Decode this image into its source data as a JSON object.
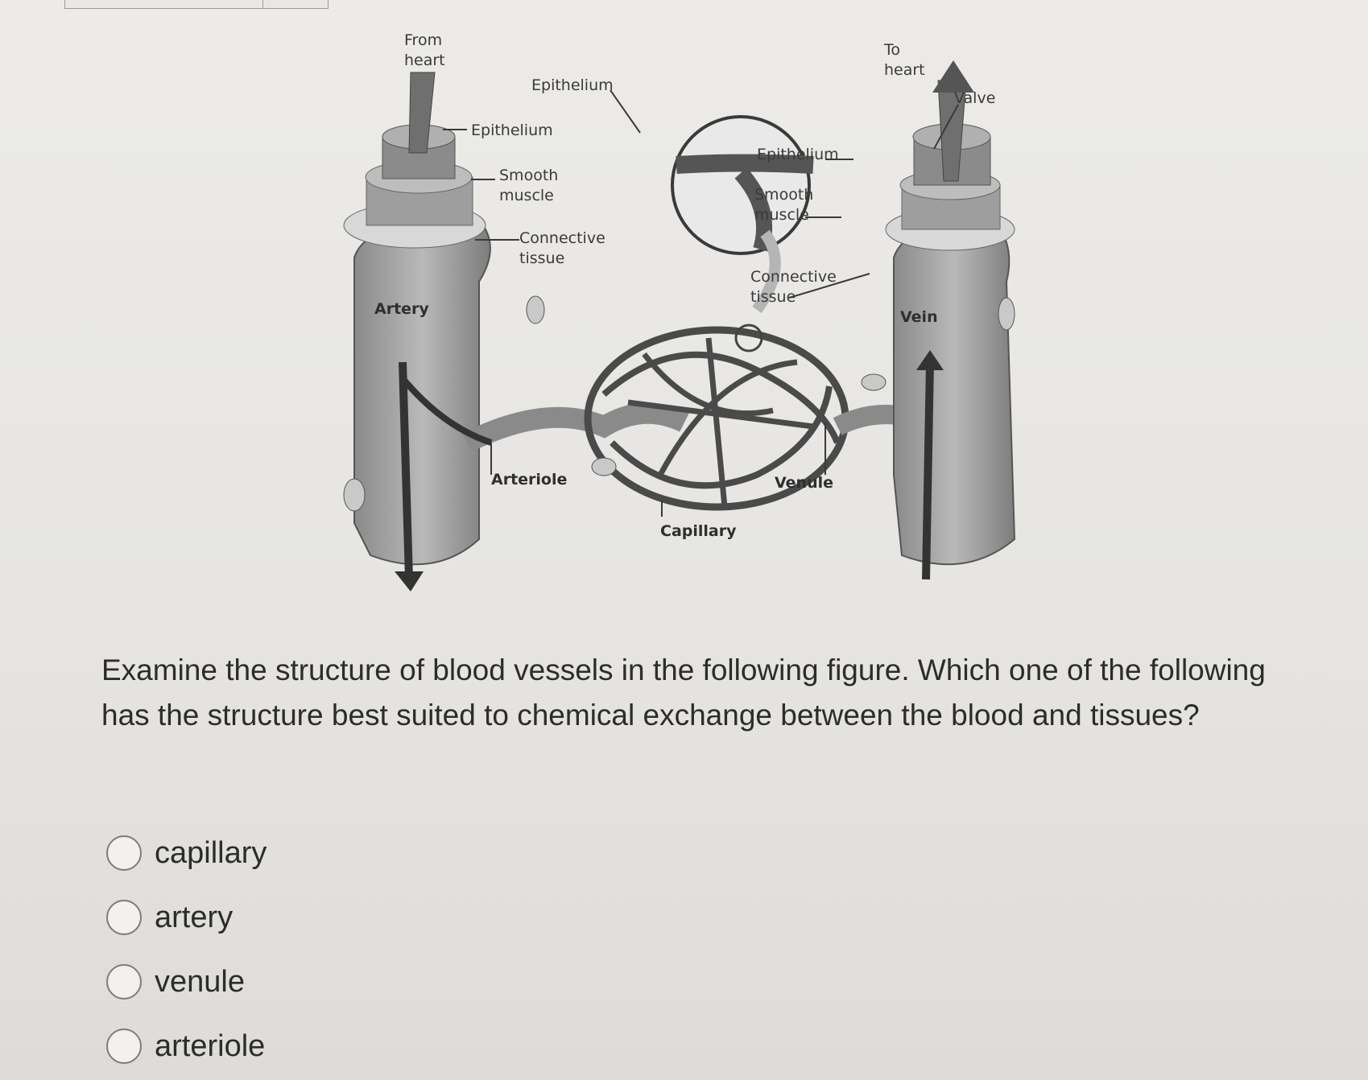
{
  "figure": {
    "labels": {
      "from_heart": "From\nheart",
      "to_heart": "To\nheart",
      "epithelium_top": "Epithelium",
      "epithelium_artery": "Epithelium",
      "smooth_muscle_artery": "Smooth\nmuscle",
      "connective_tissue_artery": "Connective\ntissue",
      "artery": "Artery",
      "epithelium_vein": "Epithelium",
      "smooth_muscle_vein": "Smooth\nmuscle",
      "connective_tissue_vein": "Connective\ntissue",
      "valve": "Valve",
      "vein": "Vein",
      "arteriole": "Arteriole",
      "venule": "Venule",
      "capillary": "Capillary"
    }
  },
  "question": {
    "text": "Examine the structure of blood vessels in the following figure. Which one of the following has the structure best suited to chemical exchange between the blood and tissues?"
  },
  "options": [
    {
      "label": "capillary"
    },
    {
      "label": "artery"
    },
    {
      "label": "venule"
    },
    {
      "label": "arteriole"
    }
  ]
}
